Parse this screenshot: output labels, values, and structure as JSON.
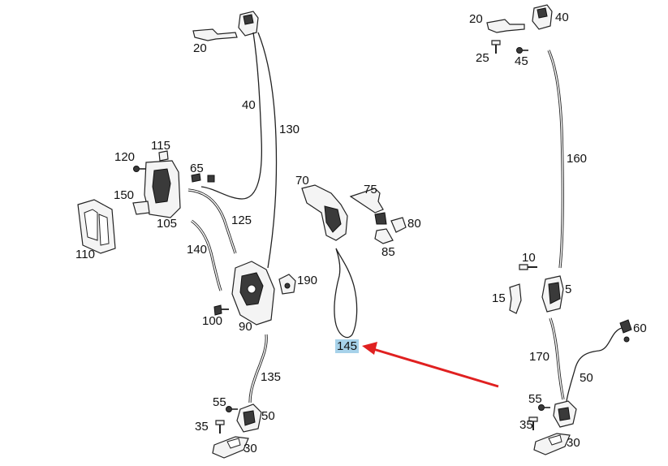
{
  "labels": {
    "l20a": "20",
    "l40a": "40",
    "l130": "130",
    "l120": "120",
    "l115": "115",
    "l150": "150",
    "l105": "105",
    "l110": "110",
    "l65": "65",
    "l125": "125",
    "l140": "140",
    "l190": "190",
    "l100": "100",
    "l90": "90",
    "l135": "135",
    "l55a": "55",
    "l50a": "50",
    "l35a": "35",
    "l30a": "30",
    "l70": "70",
    "l75": "75",
    "l80": "80",
    "l85": "85",
    "l145": "145",
    "l20b": "20",
    "l40b": "40",
    "l25": "25",
    "l45": "45",
    "l160": "160",
    "l10": "10",
    "l15": "15",
    "l5": "5",
    "l60": "60",
    "l170": "170",
    "l50b": "50",
    "l55b": "55",
    "l35b": "35",
    "l30b": "30"
  },
  "colors": {
    "highlight": "#a7d2ea",
    "arrow": "#e02020"
  },
  "highlighted_callout": "145"
}
